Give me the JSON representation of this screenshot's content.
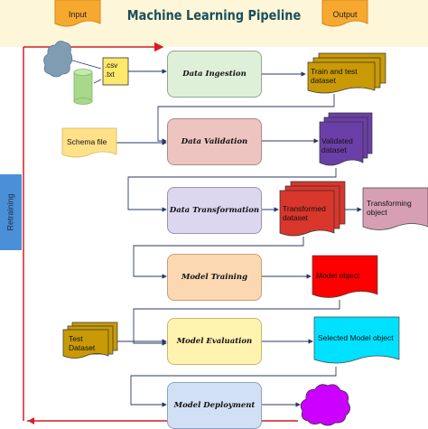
{
  "title": "Machine Learning Pipeline",
  "legend": {
    "input": "Input",
    "output": "Output"
  },
  "retraining": "Retraining",
  "sources": {
    "files": ".csv\n.txt",
    "schema": "Schema file",
    "test_dataset": "Test\nDataset"
  },
  "stages": [
    "Data Ingestion",
    "Data Validation",
    "Data Transformation",
    "Model Training",
    "Model Evaluation",
    "Model Deployment"
  ],
  "outputs": {
    "ingestion": "Train and test\ndataset",
    "validation": "Validated\ndataset",
    "transformation": "Transformed\ndataset",
    "transform_object": "Transforming\nobject",
    "training": "Model object",
    "evaluation": "Selected Model object"
  },
  "colors": {
    "header_bg": "#fdf6d9",
    "input_shape": "#f7a82f",
    "stage_green": "#dff0d8",
    "stage_pink": "#edc4bf",
    "stage_lavender": "#dcd6ef",
    "stage_peach": "#fbd7b2",
    "stage_yellow": "#fff3b0",
    "stage_blue": "#d2e0f5",
    "train_output": "#c99a06",
    "validated_output": "#6b3fa8",
    "transformed_output": "#d9362c",
    "transform_object": "#d79fb4",
    "model_object": "#ff0000",
    "selected_model": "#00e0ff",
    "deploy_cloud": "#cc00ff",
    "retraining_bar": "#4a90d9",
    "retraining_line": "#d41f26",
    "cloud_source": "#7f9cb2",
    "cylinder": "#a8d88a",
    "file_source": "#ffe96b",
    "schema_file": "#ffe18a",
    "test_dataset": "#c99a06",
    "connector": "#2b3a66"
  }
}
